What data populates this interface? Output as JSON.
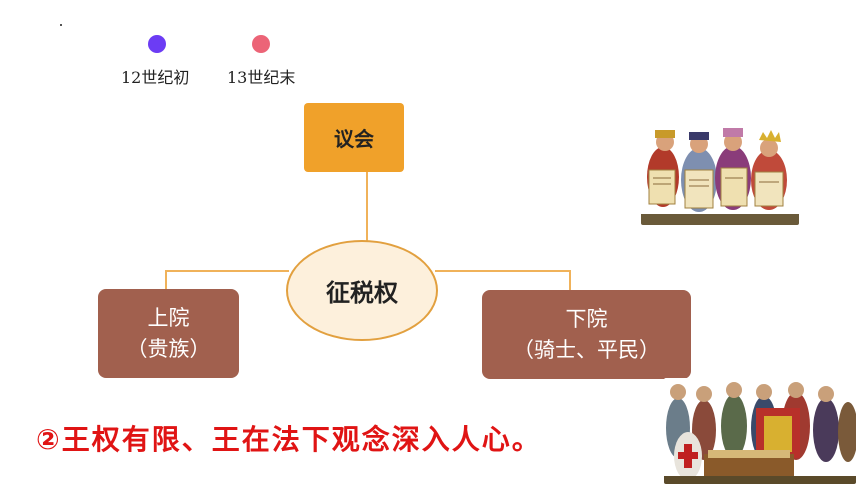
{
  "legend": {
    "items": [
      {
        "label": "12世纪初",
        "color": "#6c3cf4"
      },
      {
        "label": "13世纪末",
        "color": "#ec6477"
      }
    ]
  },
  "diagram": {
    "top_node": "议会",
    "center_node": "征税权",
    "left_node": {
      "line1": "上院",
      "line2": "（贵族）"
    },
    "right_node": {
      "line1": "下院",
      "line2": "（骑士、平民）"
    }
  },
  "conclusion": "②王权有限、王在法下观念深入人心。",
  "colors": {
    "top_node_fill": "#f0a12a",
    "center_fill": "#fdf0dc",
    "house_fill": "#a1604e",
    "connector": "#f0b25a",
    "conclusion_text": "#e01414"
  },
  "images": [
    "medieval-nobles-with-scrolls-illustration",
    "medieval-king-court-illustration"
  ]
}
